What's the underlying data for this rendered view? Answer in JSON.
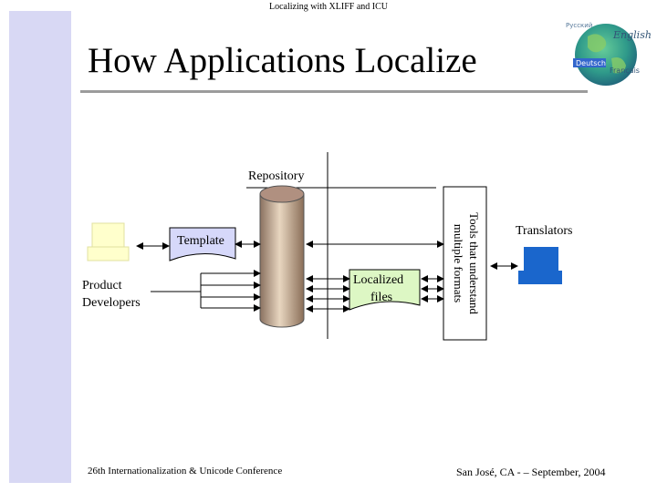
{
  "slide": {
    "header": "Localizing with XLIFF and ICU",
    "title": "How Applications Localize",
    "footer_left": "26th Internationalization & Unicode Conference",
    "footer_right": "San José, CA - – September, 2004"
  },
  "logo": {
    "words": [
      "Deutsch",
      "English",
      "Français",
      "Русский"
    ]
  },
  "diagram": {
    "repository_label": "Repository",
    "template_label": "Template",
    "product_developers_line1": "Product",
    "product_developers_line2": "Developers",
    "localized_files_line1": "Localized",
    "localized_files_line2": "files",
    "tools_line1": "Tools that understand",
    "tools_line2": "multiple formats",
    "translators_label": "Translators"
  },
  "colors": {
    "sidebar": "#d8d8f4",
    "developer_monitor": "#ffffcc",
    "translator_monitor": "#1a66cc",
    "template_doc": "#d6d8fa",
    "localized_doc": "#ddf7c4",
    "database": "#c6a88a"
  }
}
